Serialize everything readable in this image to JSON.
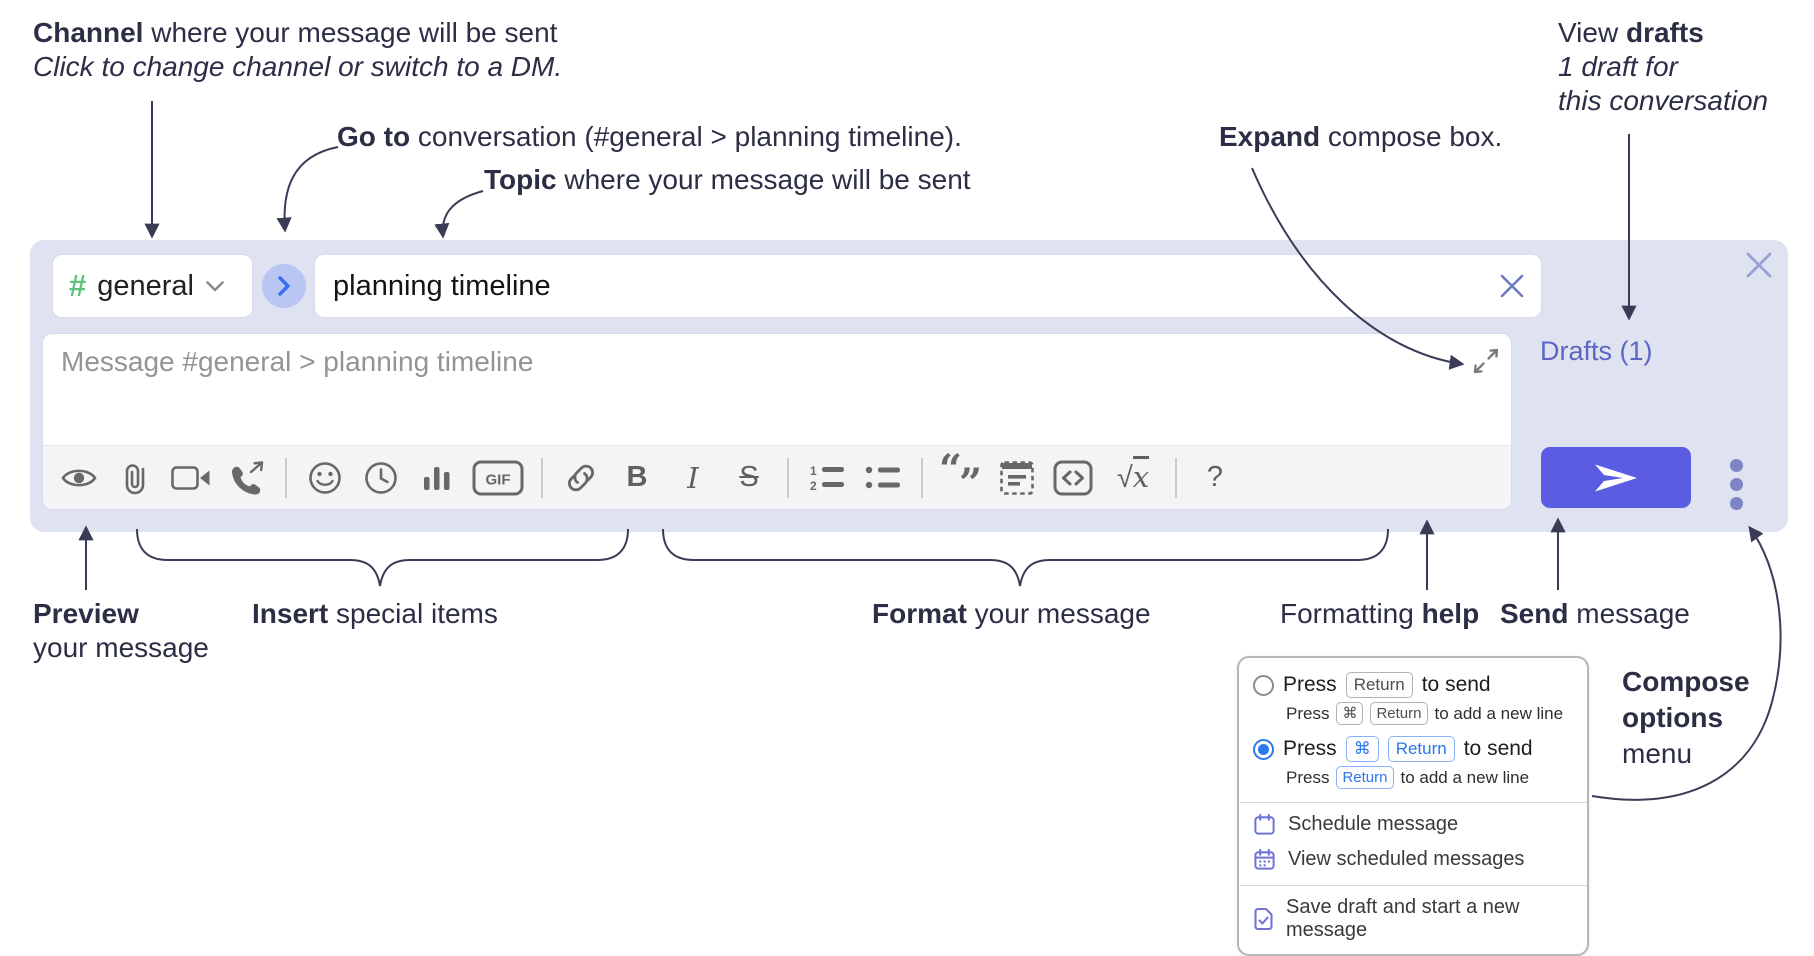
{
  "annotations": {
    "channel": {
      "bold": "Channel",
      "rest": " where your message will be sent",
      "sub": "Click to change channel or switch to a DM."
    },
    "goto": {
      "bold": "Go to",
      "rest": " conversation (#general > planning timeline)."
    },
    "topic": {
      "bold": "Topic",
      "rest": " where your message will be sent"
    },
    "expand": {
      "bold": "Expand",
      "rest": " compose box."
    },
    "view_drafts": {
      "pre": "View ",
      "bold": "drafts",
      "line2": "1 draft for",
      "line3": "this conversation"
    },
    "preview": {
      "bold": "Preview",
      "line2": "your message"
    },
    "insert": {
      "bold": "Insert",
      "rest": " special items"
    },
    "format": {
      "bold": "Format",
      "rest": " your message"
    },
    "help": {
      "pre": "Formatting ",
      "bold": "help"
    },
    "send": {
      "bold": "Send",
      "rest": " message"
    },
    "compose_options": {
      "line1": "Compose",
      "line2": "options",
      "line3": "menu"
    }
  },
  "compose": {
    "channel": {
      "hash": "#",
      "name": "general"
    },
    "topic": {
      "value": "planning timeline"
    },
    "message": {
      "placeholder": "Message #general > planning timeline"
    },
    "drafts_link": "Drafts (1)",
    "toolbar": {
      "gif": "GIF",
      "bold": "B",
      "italic": "I",
      "strike": "S",
      "math_radical": "√",
      "math_var": "x",
      "help": "?",
      "quote_open": "“",
      "quote_close": "”",
      "ol_1": "1",
      "ol_2": "2"
    }
  },
  "options_menu": {
    "row1": {
      "press": "Press",
      "key1": "Return",
      "suffix": "to send"
    },
    "row1_sub": {
      "press": "Press",
      "key1": "⌘",
      "key2": "Return",
      "suffix": "to add a new line"
    },
    "row2": {
      "press": "Press",
      "key1": "⌘",
      "key2": "Return",
      "suffix": "to send"
    },
    "row2_sub": {
      "press": "Press",
      "key1": "Return",
      "suffix": "to add a new line"
    },
    "item_schedule": "Schedule message",
    "item_view_scheduled": "View scheduled messages",
    "item_save_draft": "Save draft and start a new message"
  },
  "colors": {
    "compose_bg": "#dfe2f1",
    "send_button": "#5a5ce2",
    "drafts_link": "#5b66c2",
    "channel_hash_green": "#5ec47d",
    "goto_circle_bg": "#b9c5f3",
    "goto_chevron": "#3a6cf0",
    "kbd_blue": "#2b77ee",
    "menu_icon_purple": "#6f74d4",
    "annotation_text": "#2c2e45"
  }
}
